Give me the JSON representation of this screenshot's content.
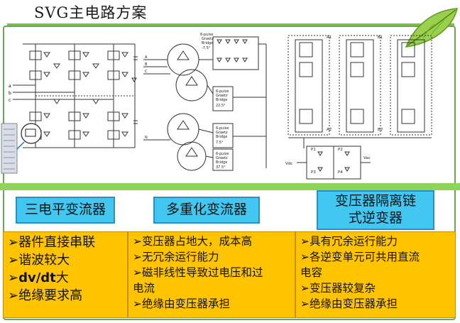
{
  "title": "SVG主电路方案",
  "columns": [
    {
      "label": "三电平变流器",
      "items": [
        {
          "prefix": "➢",
          "text": "器件直接串联"
        },
        {
          "prefix": "➢",
          "text": "谐波较大"
        },
        {
          "prefix": "➢",
          "bold": "dv/dt",
          "text": "大"
        },
        {
          "prefix": "➢",
          "text": "绝缘要求高"
        }
      ]
    },
    {
      "label": "多重化变流器",
      "items": [
        {
          "prefix": "➢",
          "text": "变压器占地大，成本高"
        },
        {
          "prefix": "➢",
          "text": "无冗余运行能力"
        },
        {
          "prefix": "➢",
          "text": "磁非线性导致过电压和过"
        },
        {
          "prefix": "",
          "text": "电流"
        },
        {
          "prefix": "➢",
          "text": "绝缘由变压器承担"
        }
      ]
    },
    {
      "label_line1": "变压器隔离链",
      "label_line2": "式逆变器",
      "items": [
        {
          "prefix": "➢",
          "text": "具有冗余运行能力"
        },
        {
          "prefix": "➢",
          "text": "各逆变单元可共用直流"
        },
        {
          "prefix": "",
          "text": "电容"
        },
        {
          "prefix": "➢",
          "text": "变压器较复杂"
        },
        {
          "prefix": "➢",
          "text": "绝缘由变压器承担"
        }
      ]
    }
  ],
  "diagram_text": {
    "bridge_label": [
      "6-pulse",
      "Graetz",
      "Bridge"
    ],
    "angles": [
      "-7.5°",
      "22.5°",
      "7.5°",
      "37.5°"
    ],
    "phases": [
      "A",
      "B",
      "C",
      "N"
    ],
    "p_labels": [
      "P1",
      "P2",
      "P3",
      "P4"
    ],
    "a_labels": [
      "A1",
      "A2",
      "B1",
      "B2"
    ],
    "vdc": "Vdc",
    "vac": "Vac",
    "left_labels": [
      "a",
      "b",
      "c"
    ]
  },
  "colors": {
    "accent": "#41c7f0",
    "panel": "#ffc400",
    "frame": "#6aa84f",
    "bar": "#8fd45a"
  }
}
